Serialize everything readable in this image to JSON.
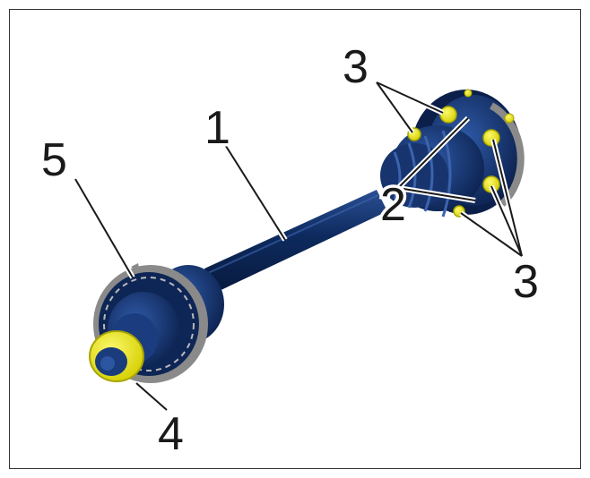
{
  "callouts": {
    "shaft": "1",
    "boot_clamp": "2",
    "bolts_top": "3",
    "bolts_bottom": "3",
    "nut": "4",
    "ring": "5"
  },
  "colors": {
    "shaft_blue": "#0d2a5e",
    "highlight_yellow": "#f2ee1c",
    "ring_gray": "#8a8a8a",
    "frame": "#333333"
  }
}
